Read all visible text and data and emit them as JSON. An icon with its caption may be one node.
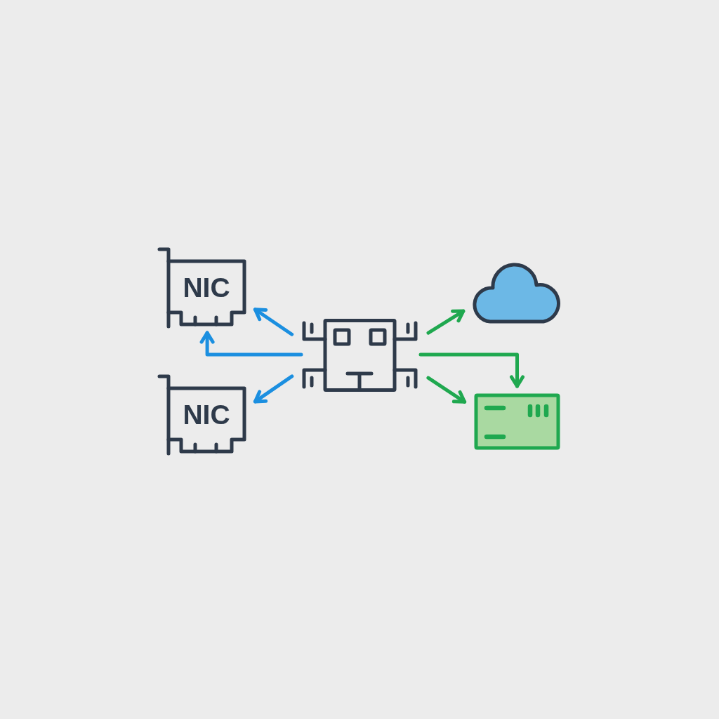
{
  "diagram": {
    "nodes": [
      {
        "text": [
          "NIC"
        ]
      },
      {
        "text": [
          "NIC"
        ]
      },
      {
        "text": [],
        "shape": "chip"
      },
      {
        "text": [],
        "shape": "cloud"
      },
      {
        "text": [],
        "shape": "box"
      }
    ],
    "edges": [
      {
        "from": 2,
        "to": 0,
        "arrow": "to",
        "color": "#1b8fe0"
      },
      {
        "from": 2,
        "to": 0,
        "arrow": "to",
        "color": "#1b8fe0"
      },
      {
        "from": 2,
        "to": 1,
        "arrow": "to",
        "color": "#1b8fe0"
      },
      {
        "from": 2,
        "to": 3,
        "arrow": "to",
        "color": "#1fa84f"
      },
      {
        "from": 2,
        "to": 4,
        "arrow": "to",
        "color": "#1fa84f"
      },
      {
        "from": 2,
        "to": 4,
        "arrow": "to",
        "color": "#1fa84f"
      }
    ]
  }
}
